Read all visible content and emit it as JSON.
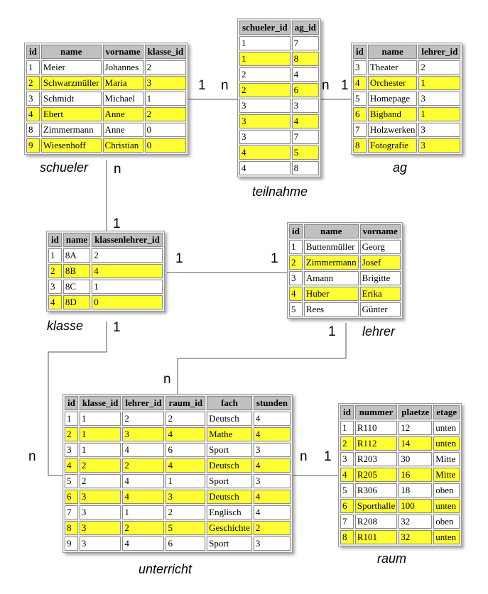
{
  "tables": {
    "schueler": {
      "caption": "schueler",
      "columns": [
        "id",
        "name",
        "vorname",
        "klasse_id"
      ],
      "rows": [
        [
          "1",
          "Meier",
          "Johannes",
          "2"
        ],
        [
          "2",
          "Schwarzmüller",
          "Maria",
          "3"
        ],
        [
          "3",
          "Schmidt",
          "Michael",
          "1"
        ],
        [
          "4",
          "Ebert",
          "Anne",
          "2"
        ],
        [
          "8",
          "Zimmermann",
          "Anne",
          "0"
        ],
        [
          "9",
          "Wiesenhoff",
          "Christian",
          "0"
        ]
      ]
    },
    "teilnahme": {
      "caption": "teilnahme",
      "columns": [
        "schueler_id",
        "ag_id"
      ],
      "rows": [
        [
          "1",
          "7"
        ],
        [
          "1",
          "8"
        ],
        [
          "2",
          "4"
        ],
        [
          "2",
          "6"
        ],
        [
          "3",
          "3"
        ],
        [
          "3",
          "4"
        ],
        [
          "3",
          "7"
        ],
        [
          "4",
          "5"
        ],
        [
          "4",
          "8"
        ]
      ]
    },
    "ag": {
      "caption": "ag",
      "columns": [
        "id",
        "name",
        "lehrer_id"
      ],
      "rows": [
        [
          "3",
          "Theater",
          "2"
        ],
        [
          "4",
          "Orchester",
          "1"
        ],
        [
          "5",
          "Homepage",
          "3"
        ],
        [
          "6",
          "Bigband",
          "1"
        ],
        [
          "7",
          "Holzwerken",
          "3"
        ],
        [
          "8",
          "Fotografie",
          "3"
        ]
      ]
    },
    "klasse": {
      "caption": "klasse",
      "columns": [
        "id",
        "name",
        "klassenlehrer_id"
      ],
      "rows": [
        [
          "1",
          "8A",
          "2"
        ],
        [
          "2",
          "8B",
          "4"
        ],
        [
          "3",
          "8C",
          "1"
        ],
        [
          "4",
          "8D",
          "0"
        ]
      ]
    },
    "lehrer": {
      "caption": "lehrer",
      "columns": [
        "id",
        "name",
        "vorname"
      ],
      "rows": [
        [
          "1",
          "Buttenmüller",
          "Georg"
        ],
        [
          "2",
          "Zimmermann",
          "Josef"
        ],
        [
          "3",
          "Amann",
          "Brigitte"
        ],
        [
          "4",
          "Huber",
          "Erika"
        ],
        [
          "5",
          "Rees",
          "Günter"
        ]
      ]
    },
    "unterricht": {
      "caption": "unterricht",
      "columns": [
        "id",
        "klasse_id",
        "lehrer_id",
        "raum_id",
        "fach",
        "stunden"
      ],
      "rows": [
        [
          "1",
          "1",
          "2",
          "2",
          "Deutsch",
          "4"
        ],
        [
          "2",
          "1",
          "3",
          "4",
          "Mathe",
          "4"
        ],
        [
          "3",
          "1",
          "4",
          "6",
          "Sport",
          "3"
        ],
        [
          "4",
          "2",
          "2",
          "4",
          "Deutsch",
          "4"
        ],
        [
          "5",
          "2",
          "4",
          "1",
          "Sport",
          "3"
        ],
        [
          "6",
          "3",
          "4",
          "3",
          "Deutsch",
          "4"
        ],
        [
          "7",
          "3",
          "1",
          "2",
          "Englisch",
          "4"
        ],
        [
          "8",
          "3",
          "2",
          "5",
          "Geschichte",
          "2"
        ],
        [
          "9",
          "3",
          "4",
          "6",
          "Sport",
          "3"
        ]
      ]
    },
    "raum": {
      "caption": "raum",
      "columns": [
        "id",
        "nummer",
        "plaetze",
        "etage"
      ],
      "rows": [
        [
          "1",
          "R110",
          "12",
          "unten"
        ],
        [
          "2",
          "R112",
          "14",
          "unten"
        ],
        [
          "3",
          "R203",
          "30",
          "Mitte"
        ],
        [
          "4",
          "R205",
          "16",
          "Mitte"
        ],
        [
          "5",
          "R306",
          "18",
          "oben"
        ],
        [
          "6",
          "Sporthalle",
          "100",
          "unten"
        ],
        [
          "7",
          "R208",
          "32",
          "oben"
        ],
        [
          "8",
          "R101",
          "32",
          "unten"
        ]
      ]
    }
  },
  "cardinalities": {
    "schueler_teilnahme_1": "1",
    "schueler_teilnahme_n": "n",
    "teilnahme_ag_n": "n",
    "teilnahme_ag_1": "1",
    "schueler_klasse_n": "n",
    "schueler_klasse_1": "1",
    "klasse_lehrer_1a": "1",
    "klasse_lehrer_1b": "1",
    "klasse_unterricht_1": "1",
    "klasse_unterricht_n": "n",
    "lehrer_unterricht_1": "1",
    "lehrer_unterricht_n": "n",
    "unterricht_raum_n": "n",
    "unterricht_raum_1": "1"
  }
}
